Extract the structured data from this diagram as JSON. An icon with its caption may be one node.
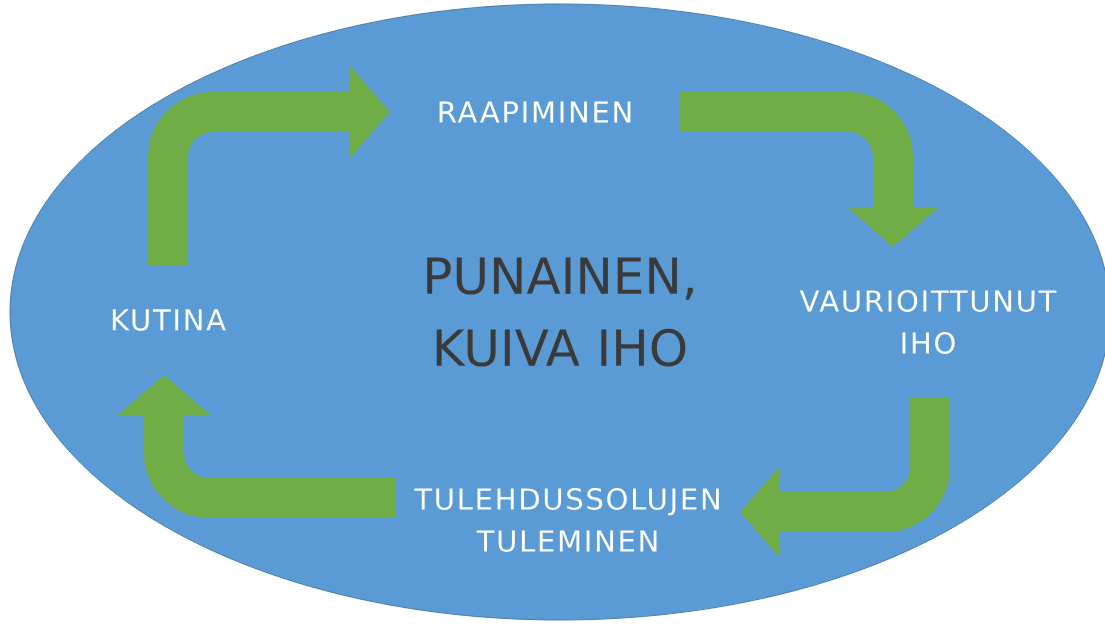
{
  "diagram": {
    "nodes": [
      {
        "text": [
          "PUNAINEN, KUIVA IHO"
        ]
      },
      {
        "text": [
          "KUTINA"
        ],
        "in": 0
      },
      {
        "text": [
          "RAAPIMINEN"
        ],
        "in": 0
      },
      {
        "text": [
          "VAURIOITTUNUT IHO"
        ],
        "in": 0
      },
      {
        "text": [
          "TULEHDUSSOLUJEN TULEMINEN"
        ],
        "in": 0
      }
    ],
    "edges": [
      {
        "from": 1,
        "to": 2,
        "arrow": "to"
      },
      {
        "from": 2,
        "to": 3,
        "arrow": "to"
      },
      {
        "from": 3,
        "to": 4,
        "arrow": "to"
      },
      {
        "from": 4,
        "to": 1,
        "arrow": "to"
      }
    ]
  }
}
